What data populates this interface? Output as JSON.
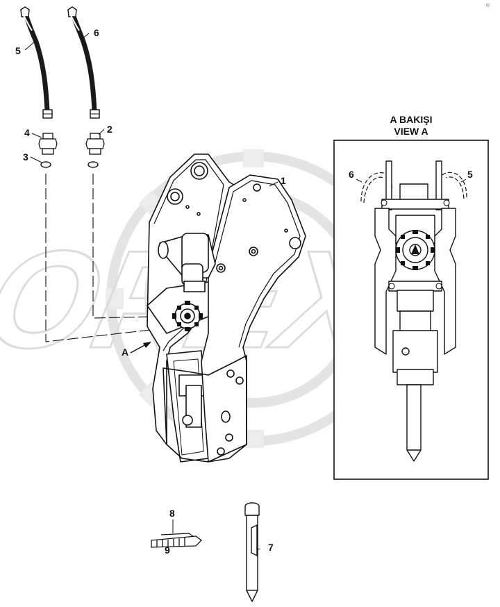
{
  "watermark": {
    "text": "OPEX",
    "color": "#e6e6e6"
  },
  "corner_mark": "©",
  "callouts": {
    "c1": "1",
    "c2": "2",
    "c3": "3",
    "c4": "4",
    "c5": "5",
    "c6": "6",
    "c7": "7",
    "c8": "8",
    "c9": "9",
    "arrow_a": "A"
  },
  "view_panel": {
    "title_line1": "A BAKIŞI",
    "title_line2": "VIEW A",
    "label_5": "5",
    "label_6": "6"
  },
  "colors": {
    "line": "#111111",
    "hose": "#1a1a1a"
  }
}
